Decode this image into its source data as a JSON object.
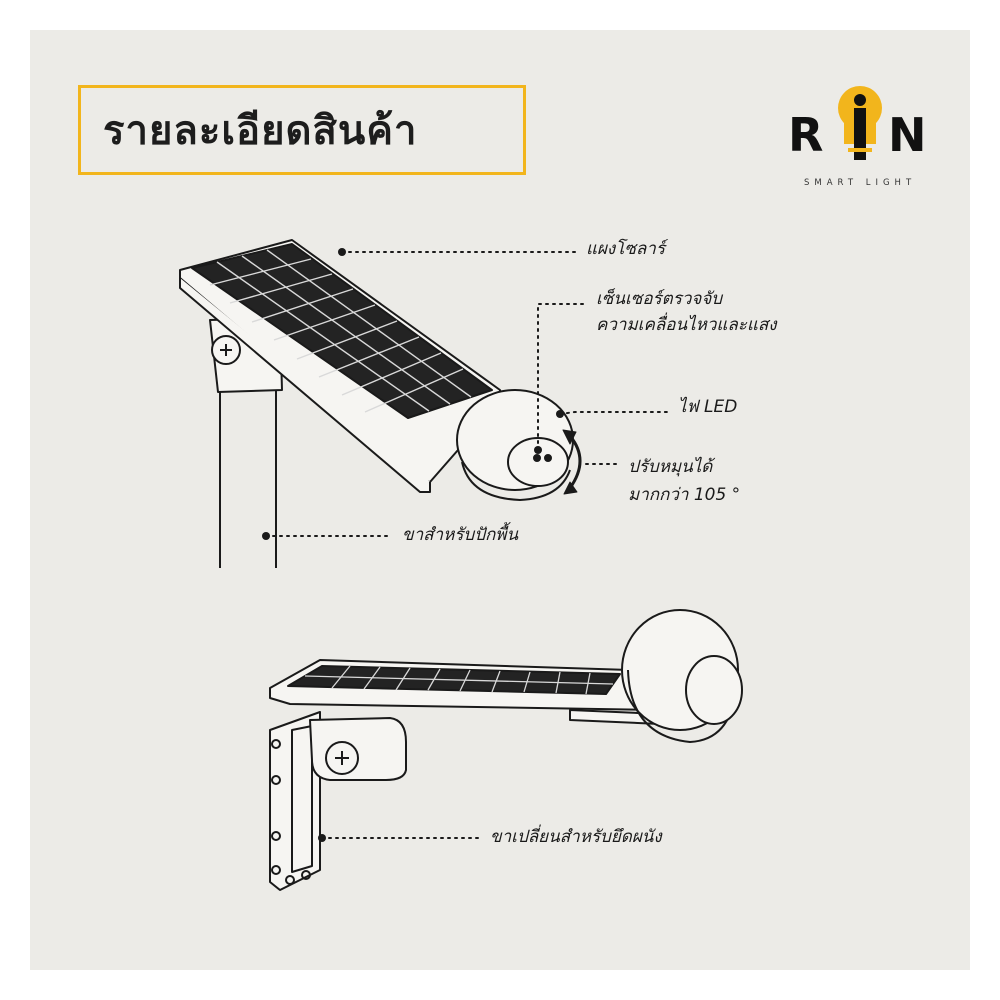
{
  "title": "รายละเอียดสินค้า",
  "logo": {
    "letter_left": "R",
    "letter_right": "N",
    "subtitle": "SMART LIGHT",
    "bulb_icon": "lightbulb-icon",
    "accent_color": "#f2b51c"
  },
  "labels": {
    "solar_panel": "แผงโซลาร์",
    "sensor_line1": "เซ็นเซอร์ตรวจจับ",
    "sensor_line2": "ความเคลื่อนไหวและแสง",
    "led": "ไฟ LED",
    "rotate_line1": "ปรับหมุนได้",
    "rotate_line2": "มากกว่า 105 °",
    "ground_stake": "ขาสำหรับปักพื้น",
    "wall_mount": "ขาเปลี่ยนสำหรับยึดผนัง"
  },
  "colors": {
    "background": "#ecebe7",
    "accent": "#f2b51c",
    "panel_cells": "#232323",
    "line": "#1a1a1a"
  }
}
